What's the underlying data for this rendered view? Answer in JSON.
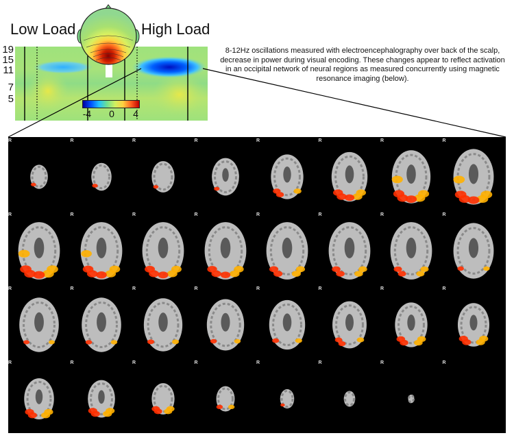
{
  "labels": {
    "low_load": "Low Load",
    "high_load": "High Load"
  },
  "tf_map": {
    "y_ticks": [
      "19",
      "15",
      "11",
      "7",
      "5"
    ]
  },
  "colorbar": {
    "min_label": "-4",
    "mid_label": "0",
    "max_label": "4"
  },
  "caption": "8-12Hz oscillations measured with electroencephalography over back of the scalp, decrease in power during visual encoding. These changes appear to reflect activation in an occipital network of neural regions as measured concurrently using magnetic resonance imaging (below).",
  "mri": {
    "orientation_mark": "R",
    "slices": [
      {
        "size": 0.4,
        "act": 0.15
      },
      {
        "size": 0.46,
        "act": 0.2
      },
      {
        "size": 0.52,
        "act": 0.15
      },
      {
        "size": 0.62,
        "act": 0.2
      },
      {
        "size": 0.74,
        "act": 0.45
      },
      {
        "size": 0.82,
        "act": 0.7
      },
      {
        "size": 0.88,
        "act": 0.85
      },
      {
        "size": 0.92,
        "act": 0.9
      },
      {
        "size": 0.95,
        "act": 0.9
      },
      {
        "size": 0.95,
        "act": 0.8
      },
      {
        "size": 0.95,
        "act": 0.75
      },
      {
        "size": 0.95,
        "act": 0.7
      },
      {
        "size": 0.95,
        "act": 0.6
      },
      {
        "size": 0.95,
        "act": 0.55
      },
      {
        "size": 0.95,
        "act": 0.5
      },
      {
        "size": 0.92,
        "act": 0.3
      },
      {
        "size": 0.9,
        "act": 0.25
      },
      {
        "size": 0.9,
        "act": 0.3
      },
      {
        "size": 0.88,
        "act": 0.35
      },
      {
        "size": 0.85,
        "act": 0.3
      },
      {
        "size": 0.82,
        "act": 0.35
      },
      {
        "size": 0.78,
        "act": 0.4
      },
      {
        "size": 0.74,
        "act": 0.55
      },
      {
        "size": 0.72,
        "act": 0.6
      },
      {
        "size": 0.68,
        "act": 0.6
      },
      {
        "size": 0.62,
        "act": 0.6
      },
      {
        "size": 0.52,
        "act": 0.5
      },
      {
        "size": 0.42,
        "act": 0.3
      },
      {
        "size": 0.32,
        "act": 0.05
      },
      {
        "size": 0.26,
        "act": 0.0
      },
      {
        "size": 0.14,
        "act": 0.0
      },
      {
        "size": 0.0,
        "act": 0.0
      }
    ]
  }
}
